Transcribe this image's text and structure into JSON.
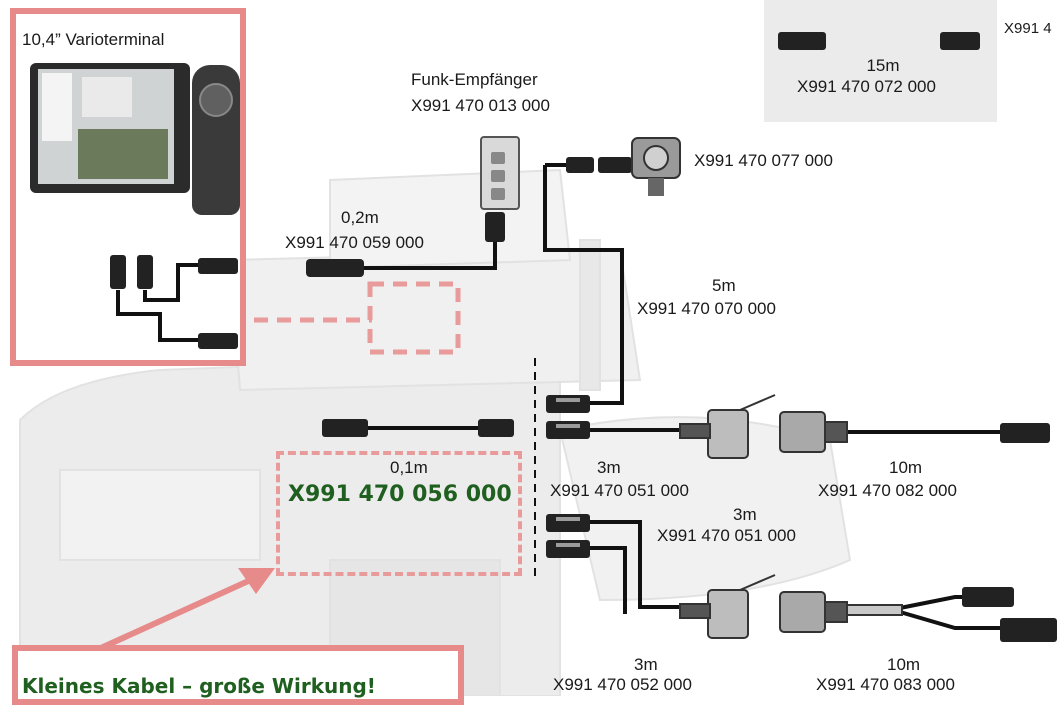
{
  "terminal": {
    "title": "10,4” Varioterminal"
  },
  "receiver": {
    "name": "Funk-Empfänger",
    "part": "X991 470 013 000"
  },
  "camera": {
    "part": "X991 470 077 000"
  },
  "extension": {
    "length": "15m",
    "part": "X991 470 072 000",
    "side_part_cut": "X991 4"
  },
  "cable_059": {
    "length": "0,2m",
    "part": "X991 470 059 000"
  },
  "cable_070": {
    "length": "5m",
    "part": "X991 470 070 000"
  },
  "cable_056": {
    "length": "0,1m",
    "part": "X991 470 056 000"
  },
  "cable_051a": {
    "length": "3m",
    "part": "X991 470 051 000"
  },
  "cable_051b": {
    "length": "3m",
    "part": "X991 470 051 000"
  },
  "cable_082": {
    "length": "10m",
    "part": "X991 470 082 000"
  },
  "cable_052": {
    "length": "3m",
    "part": "X991 470 052 000"
  },
  "cable_083": {
    "length": "10m",
    "part": "X991 470 083 000"
  },
  "callout": {
    "text": "Kleines Kabel – große Wirkung!"
  },
  "colors": {
    "highlight": "#e78a8a",
    "green": "#1f5f1f",
    "cable": "#111111"
  }
}
